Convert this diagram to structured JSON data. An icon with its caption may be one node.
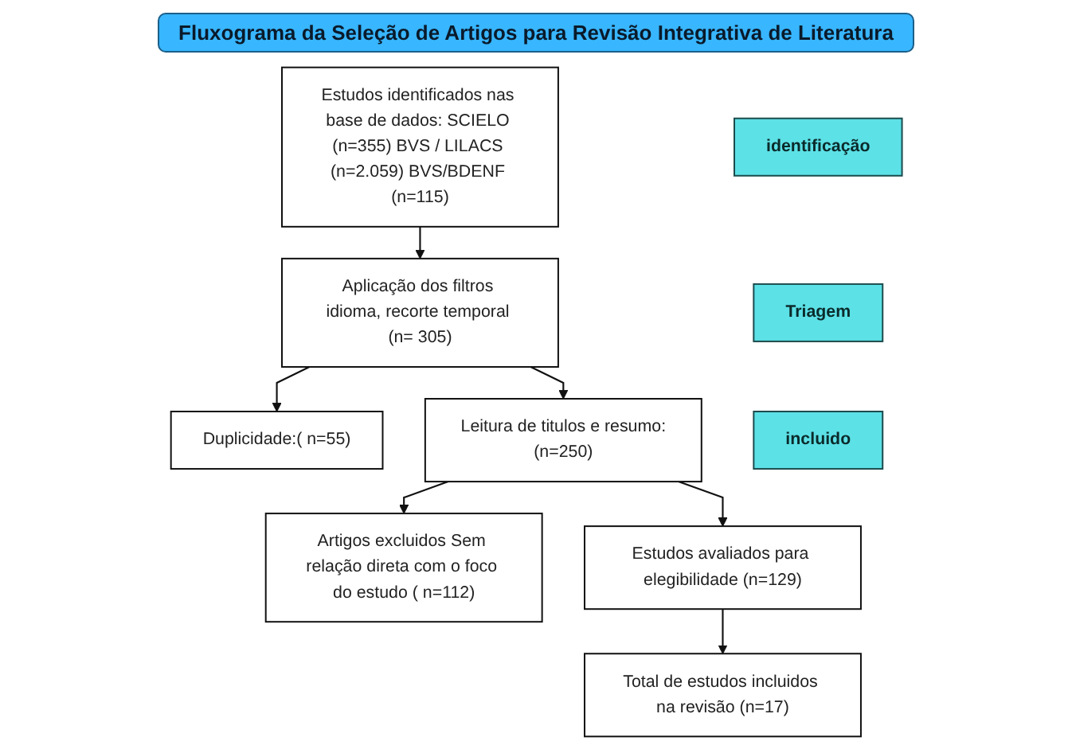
{
  "diagram": {
    "title": "Fluxograma da Seleção de Artigos para Revisão Integrativa de Literatura",
    "nodes": [
      {
        "text": [
          "identificação"
        ]
      },
      {
        "text": [
          "Estudos identificados nas base de dados: SCIELO (n=355) BVS / LILACS (n=2.059) BVS/BDENF (n=115)"
        ]
      },
      {
        "text": [
          "Triagem"
        ]
      },
      {
        "text": [
          "Aplicação dos filtros idioma, recorte temporal (n= 305)"
        ]
      },
      {
        "text": [
          "Duplicidade:( n=55)"
        ]
      },
      {
        "text": [
          "Leitura de titulos e resumo:(n=250)"
        ]
      },
      {
        "text": [
          "Artigos excluidos Sem relação direta com o foco do estudo ( n=112)"
        ]
      },
      {
        "text": [
          "Estudos avaliados para elegibilidade (n=129)"
        ]
      },
      {
        "text": [
          "incluido"
        ]
      },
      {
        "text": [
          "Total de estudos incluidos na revisão (n=17)"
        ]
      }
    ],
    "edges": [
      {
        "from": 1,
        "to": 3,
        "arrow": "to"
      },
      {
        "from": 3,
        "to": 4,
        "arrow": "to"
      },
      {
        "from": 3,
        "to": 5,
        "arrow": "to"
      },
      {
        "from": 5,
        "to": 6,
        "arrow": "to"
      },
      {
        "from": 5,
        "to": 7,
        "arrow": "to"
      },
      {
        "from": 7,
        "to": 9,
        "arrow": "to"
      }
    ]
  }
}
